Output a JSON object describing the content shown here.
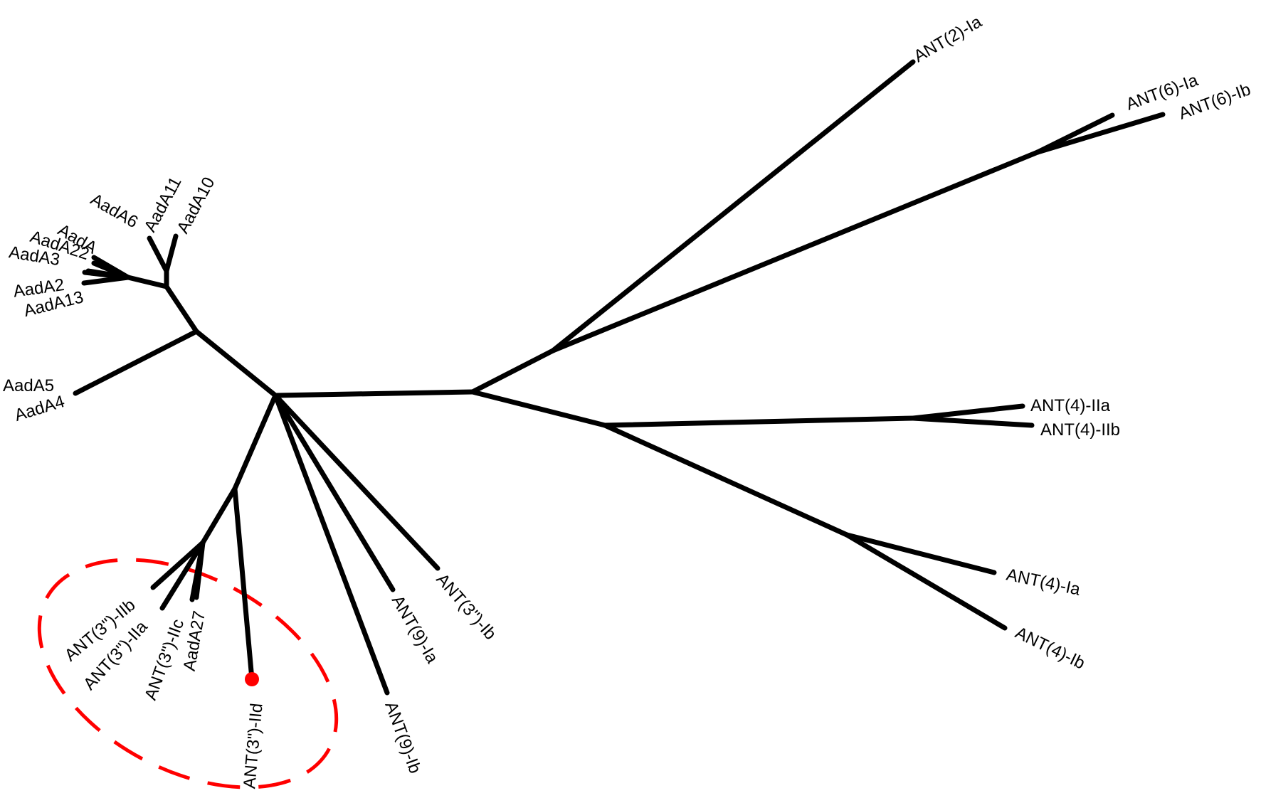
{
  "diagram": {
    "type": "unrooted phylogenetic tree",
    "branch_color": "#000000",
    "highlight_color": "#ff0000",
    "leaves": [
      "ANT(2)-Ia",
      "ANT(6)-Ia",
      "ANT(6)-Ib",
      "AadA11",
      "AadA10",
      "AadA6",
      "AadA",
      "AadA22",
      "AadA3",
      "AadA2",
      "AadA13",
      "AadA5",
      "AadA4",
      "ANT(4)-IIa",
      "ANT(4)-IIb",
      "ANT(4)-Ia",
      "ANT(4)-Ib",
      "ANT(3\")-IIb",
      "ANT(3\")-IIa",
      "ANT(3\")-IIc",
      "AadA27",
      "ANT(3\")-IId",
      "ANT(3\")-Ib",
      "ANT(9)-Ia",
      "ANT(9)-Ib"
    ],
    "highlighted_leaf": "ANT(3\")-IId",
    "highlight_shape": "dashed-ellipse",
    "highlight_marker": "filled-circle"
  }
}
